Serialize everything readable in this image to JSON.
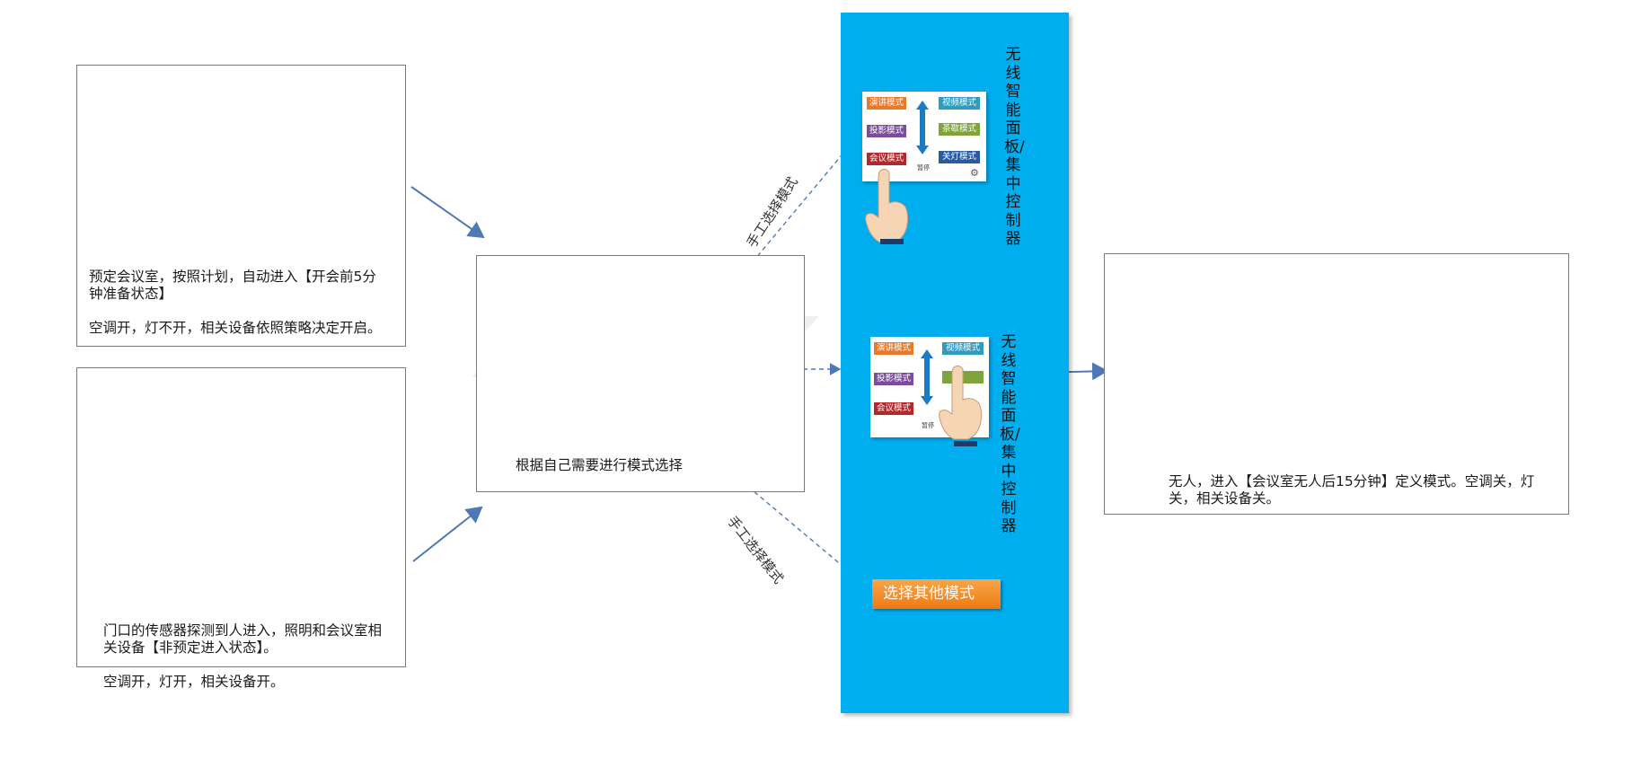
{
  "scenarios": {
    "booked": {
      "line1": "预定会议室，按照计划，自动进入【开会前5分钟准备状态】",
      "line2": "空调开，灯不开，相关设备依照策略决定开启。"
    },
    "unbooked": {
      "line1": "门口的传感器探测到人进入，照明和会议室相关设备【非预定进入状态】。",
      "line2": "空调开，灯开，相关设备开。"
    },
    "select": {
      "text": "根据自己需要进行模式选择"
    },
    "empty": {
      "text": "无人，进入【会议室无人后15分钟】定义模式。空调关，灯关，相关设备关。"
    }
  },
  "control": {
    "label_top": "无线智能面板/集中控制器",
    "label_bottom": "无线智能面板/集中控制器",
    "manual_top": "手工选择模式",
    "manual_bottom": "手工选择模式",
    "other_mode_button": "选择其他模式"
  },
  "panel_top": {
    "left": [
      "演讲模式",
      "投影模式",
      "会议模式"
    ],
    "right": [
      "视频模式",
      "茶歇模式",
      "关灯模式"
    ],
    "center": "暂停"
  },
  "panel_mid": {
    "left": [
      "演讲模式",
      "投影模式",
      "会议模式"
    ],
    "right": [
      "视频模式"
    ],
    "center": "暂停"
  },
  "colors": {
    "band": "#00aeef",
    "button": "#f08a24",
    "arrow": "#4f79b5"
  }
}
